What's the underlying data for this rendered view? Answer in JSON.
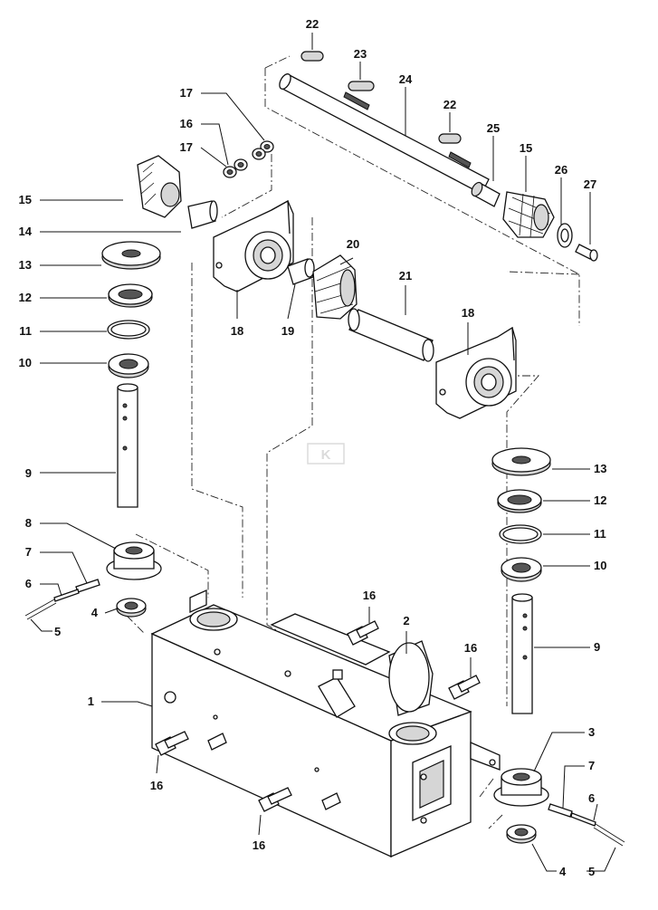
{
  "callouts": {
    "c22a": "22",
    "c23": "23",
    "c24": "24",
    "c22b": "22",
    "c25": "25",
    "c15a": "15",
    "c26": "26",
    "c27": "27",
    "c17a": "17",
    "c16a": "16",
    "c17b": "17",
    "c15b": "15",
    "c14": "14",
    "c13a": "13",
    "c12a": "12",
    "c11a": "11",
    "c10a": "10",
    "c20": "20",
    "c21": "21",
    "c18a": "18",
    "c19": "19",
    "c18b": "18",
    "c9a": "9",
    "c8": "8",
    "c7a": "7",
    "c6a": "6",
    "c5a": "5",
    "c4a": "4",
    "c16b": "16",
    "c2": "2",
    "c16c": "16",
    "c1": "1",
    "c16d": "16",
    "c16e": "16",
    "c13b": "13",
    "c12b": "12",
    "c11b": "11",
    "c10b": "10",
    "c9b": "9",
    "c3": "3",
    "c7b": "7",
    "c6b": "6",
    "c4b": "4",
    "c5b": "5"
  },
  "logo_letter": "K",
  "colors": {
    "line": "#111111",
    "shade": "#d6d6d6",
    "background": "#ffffff"
  }
}
